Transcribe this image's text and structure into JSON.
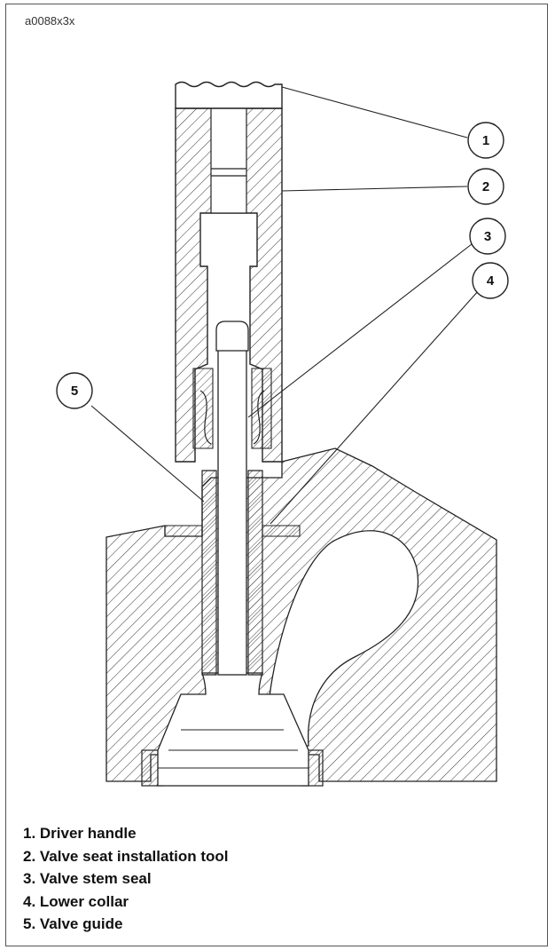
{
  "figure_id": "a0088x3x",
  "callouts": [
    {
      "number": "1",
      "label": "Driver handle"
    },
    {
      "number": "2",
      "label": "Valve seat installation tool"
    },
    {
      "number": "3",
      "label": "Valve stem seal"
    },
    {
      "number": "4",
      "label": "Lower collar"
    },
    {
      "number": "5",
      "label": "Valve guide"
    }
  ],
  "legend": [
    "1. Driver handle",
    "2. Valve seat installation tool",
    "3. Valve stem seal",
    "4. Lower collar",
    "5. Valve guide"
  ]
}
